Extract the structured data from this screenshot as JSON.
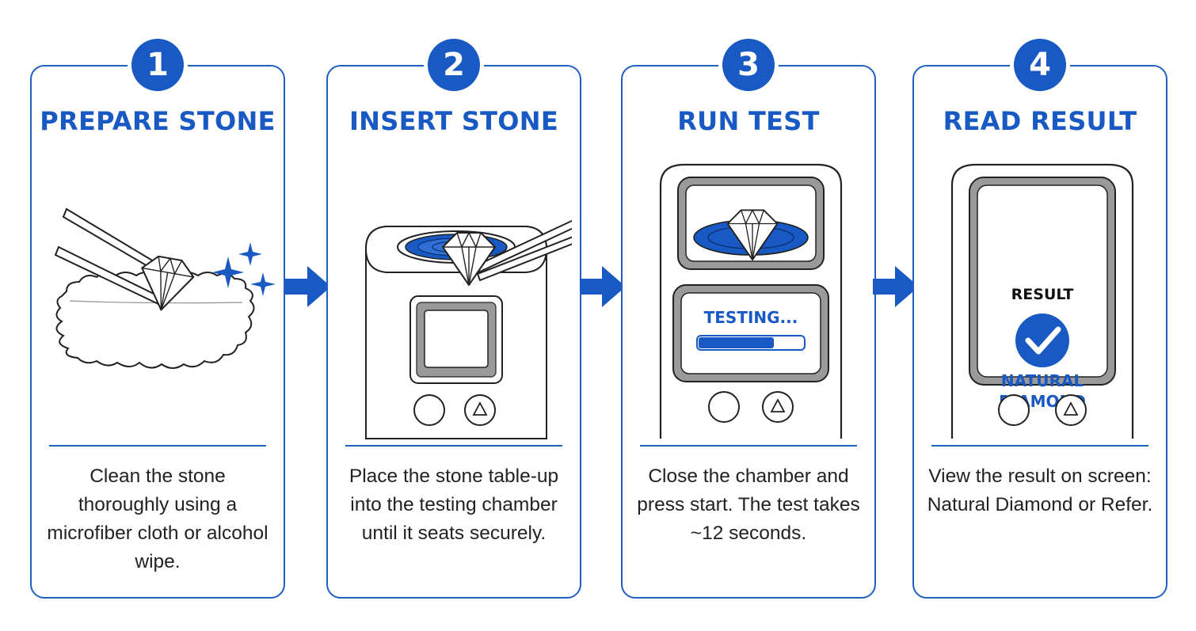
{
  "colors": {
    "accent": "#1859c4",
    "text": "#222222",
    "line": "#1f5fc4"
  },
  "steps": [
    {
      "number": "1",
      "title": "PREPARE STONE",
      "description": "Clean the stone thoroughly using a microfiber cloth or alcohol wipe.",
      "icons": [
        "tweezers-icon",
        "diamond-icon",
        "cloth-icon",
        "sparkle-icon"
      ]
    },
    {
      "number": "2",
      "title": "INSERT STONE",
      "description": "Place the stone table-up into the testing chamber until it seats securely.",
      "icons": [
        "tweezers-icon",
        "diamond-icon",
        "tester-device-icon"
      ]
    },
    {
      "number": "3",
      "title": "RUN TEST",
      "description": "Close the chamber and press start. The test takes ~12 seconds.",
      "screen_text": "TESTING...",
      "progress": 0.72,
      "icons": [
        "tester-device-icon",
        "diamond-icon",
        "progress-bar"
      ]
    },
    {
      "number": "4",
      "title": "READ RESULT",
      "description": "View the result on screen: Natural Diamond or Refer.",
      "screen_label": "RESULT",
      "screen_result_line1": "NATURAL",
      "screen_result_line2": "DIAMOND",
      "icons": [
        "tester-device-icon",
        "check-icon"
      ]
    }
  ],
  "arrows": [
    "arrow-right-icon",
    "arrow-right-icon",
    "arrow-right-icon"
  ]
}
